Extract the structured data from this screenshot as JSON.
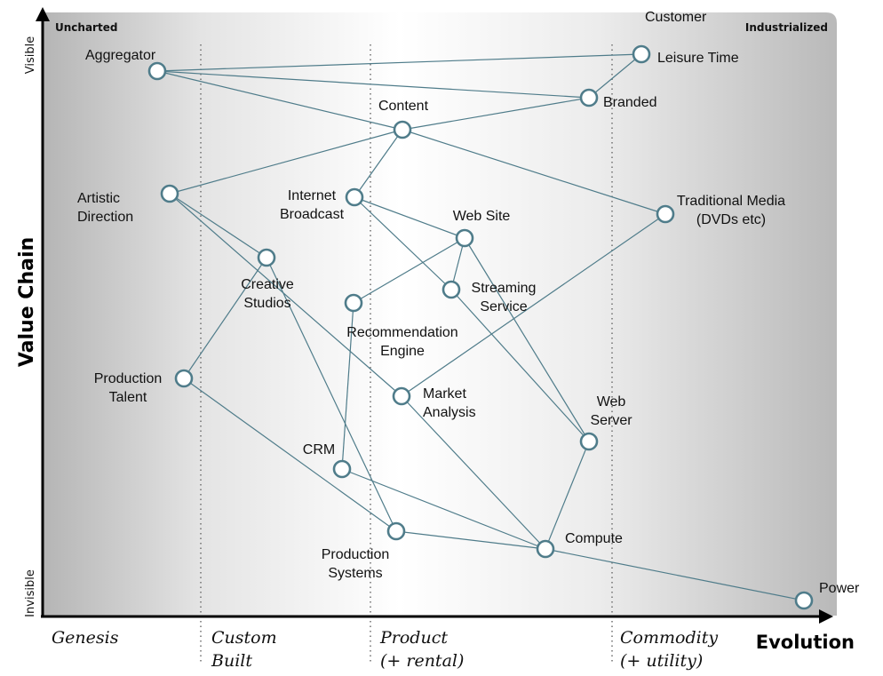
{
  "corners": {
    "left": "Uncharted",
    "right": "Industrialized"
  },
  "axes": {
    "y_title": "Value Chain",
    "y_top": "Visible",
    "y_bottom": "Invisible",
    "x_title": "Evolution"
  },
  "stages": [
    {
      "lines": [
        "Genesis"
      ]
    },
    {
      "lines": [
        "Custom",
        "Built"
      ]
    },
    {
      "lines": [
        "Product",
        "(+ rental)"
      ]
    },
    {
      "lines": [
        "Commodity",
        "(+ utility)"
      ]
    }
  ],
  "components": [
    {
      "id": "customer",
      "lines": [
        "Customer"
      ]
    },
    {
      "id": "leisure-time",
      "lines": [
        "Leisure Time"
      ]
    },
    {
      "id": "aggregator",
      "lines": [
        "Aggregator"
      ]
    },
    {
      "id": "branded",
      "lines": [
        "Branded"
      ]
    },
    {
      "id": "content",
      "lines": [
        "Content"
      ]
    },
    {
      "id": "artistic-direction",
      "lines": [
        "Artistic",
        "Direction"
      ]
    },
    {
      "id": "internet-broadcast",
      "lines": [
        "Internet",
        "Broadcast"
      ]
    },
    {
      "id": "traditional-media",
      "lines": [
        "Traditional Media",
        "(DVDs etc)"
      ]
    },
    {
      "id": "web-site",
      "lines": [
        "Web Site"
      ]
    },
    {
      "id": "creative-studios",
      "lines": [
        "Creative",
        "Studios"
      ]
    },
    {
      "id": "streaming-service",
      "lines": [
        "Streaming",
        "Service"
      ]
    },
    {
      "id": "recommendation-engine",
      "lines": [
        "Recommendation",
        "Engine"
      ]
    },
    {
      "id": "production-talent",
      "lines": [
        "Production",
        "Talent"
      ]
    },
    {
      "id": "market-analysis",
      "lines": [
        "Market",
        "Analysis"
      ]
    },
    {
      "id": "web-server",
      "lines": [
        "Web",
        "Server"
      ]
    },
    {
      "id": "crm",
      "lines": [
        "CRM"
      ]
    },
    {
      "id": "production-systems",
      "lines": [
        "Production",
        "Systems"
      ]
    },
    {
      "id": "compute",
      "lines": [
        "Compute"
      ]
    },
    {
      "id": "power",
      "lines": [
        "Power"
      ]
    }
  ],
  "links": [
    [
      "customer",
      "leisure-time"
    ],
    [
      "aggregator",
      "leisure-time"
    ],
    [
      "aggregator",
      "branded"
    ],
    [
      "aggregator",
      "content"
    ],
    [
      "leisure-time",
      "branded"
    ],
    [
      "branded",
      "content"
    ],
    [
      "content",
      "artistic-direction"
    ],
    [
      "content",
      "internet-broadcast"
    ],
    [
      "content",
      "traditional-media"
    ],
    [
      "artistic-direction",
      "creative-studios"
    ],
    [
      "artistic-direction",
      "market-analysis"
    ],
    [
      "internet-broadcast",
      "web-site"
    ],
    [
      "internet-broadcast",
      "streaming-service"
    ],
    [
      "web-site",
      "recommendation-engine"
    ],
    [
      "web-site",
      "streaming-service"
    ],
    [
      "web-site",
      "web-server"
    ],
    [
      "streaming-service",
      "web-server"
    ],
    [
      "traditional-media",
      "market-analysis"
    ],
    [
      "creative-studios",
      "production-talent"
    ],
    [
      "creative-studios",
      "production-systems"
    ],
    [
      "recommendation-engine",
      "crm"
    ],
    [
      "market-analysis",
      "compute"
    ],
    [
      "production-talent",
      "production-systems"
    ],
    [
      "crm",
      "compute"
    ],
    [
      "production-systems",
      "compute"
    ],
    [
      "web-server",
      "compute"
    ],
    [
      "compute",
      "power"
    ]
  ],
  "colors": {
    "link": "#4f7c8a",
    "node_stroke": "#4f7c8a",
    "gradient_edge": "#b9b9b9",
    "gradient_center": "#ffffff"
  }
}
